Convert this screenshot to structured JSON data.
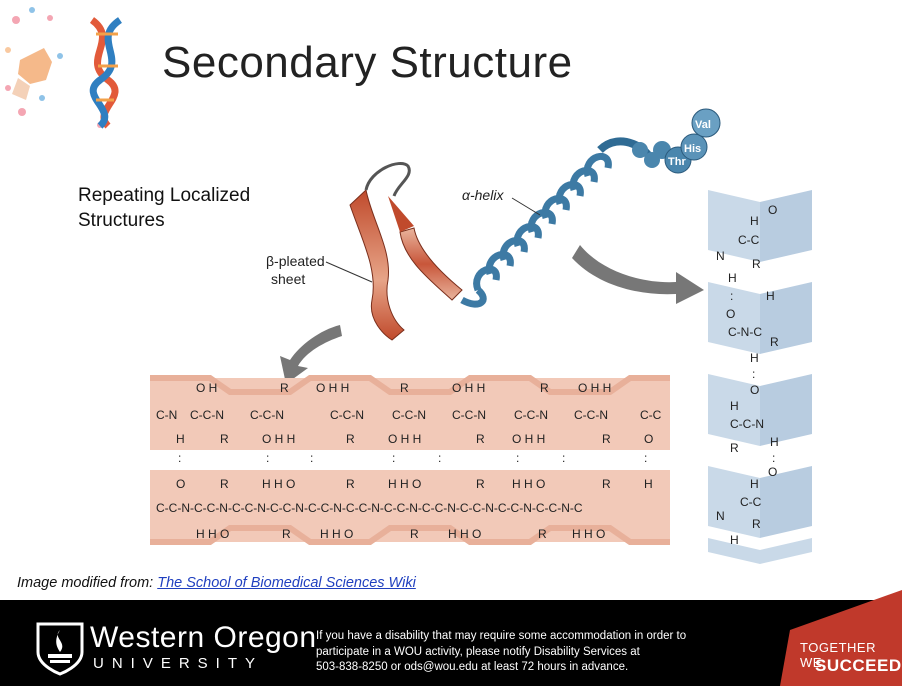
{
  "slide": {
    "title": "Secondary Structure",
    "subtitle_line1": "Repeating Localized",
    "subtitle_line2": "Structures"
  },
  "diagram": {
    "alpha_helix_label": "α-helix",
    "beta_label_line1": "β-pleated",
    "beta_label_line2": "sheet",
    "residues": [
      "Val",
      "His",
      "Thr"
    ]
  },
  "caption": {
    "prefix": "Image modified from: ",
    "link_text": "The School of Biomedical Sciences Wiki"
  },
  "footer": {
    "university_name": "Western Oregon",
    "university_sub": "UNIVERSITY",
    "notice_line1": "If you have a disability that may require some accommodation in order to",
    "notice_line2": "participate in a WOU activity, please notify Disability Services at",
    "notice_line3": "503-838-8250 or ods@wou.edu at least 72 hours in advance.",
    "tagline_line1": "TOGETHER WE",
    "tagline_line2": "SUCCEED"
  },
  "colors": {
    "footer_bg": "#000000",
    "sheet_band": "#f2c9b8",
    "helix_blue": "#4a86ad",
    "helix_band": "#c9d9e8",
    "accent_red": "#c0392b"
  }
}
